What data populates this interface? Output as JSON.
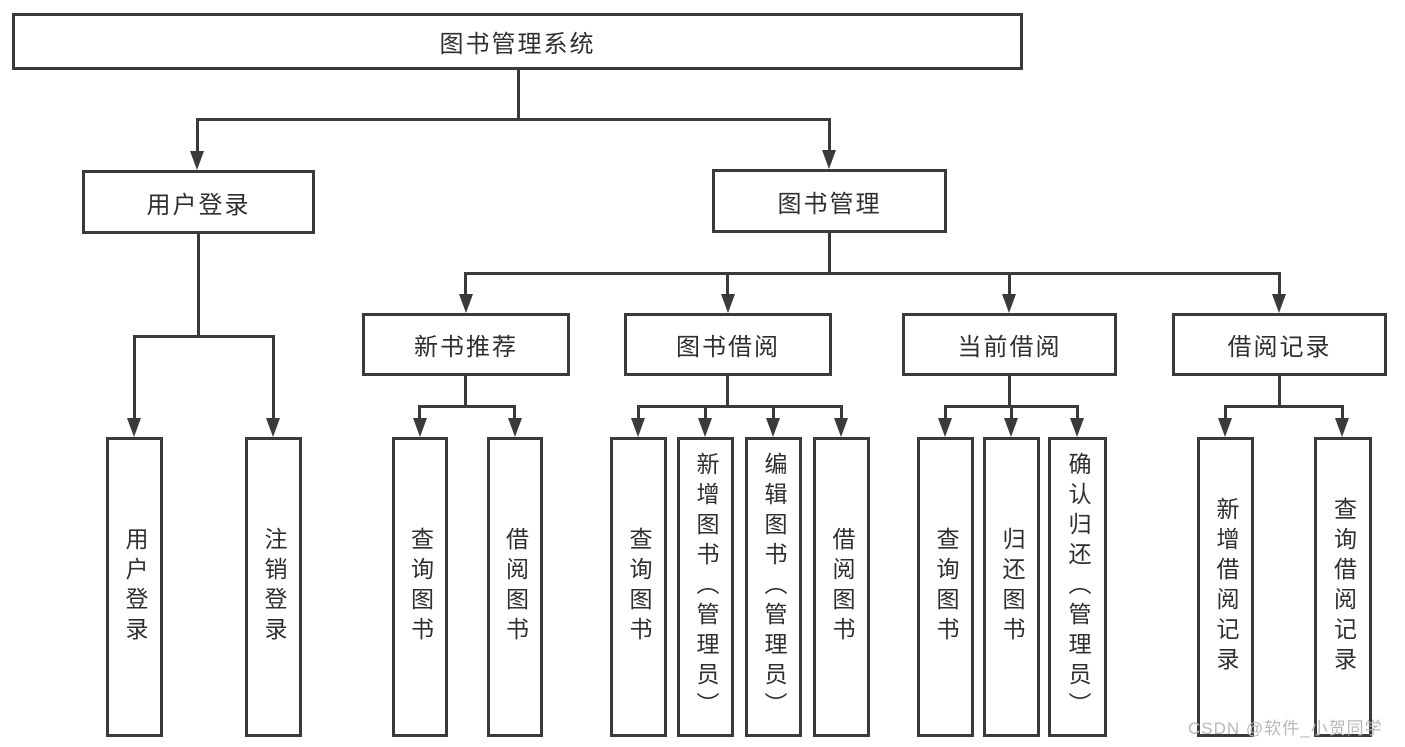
{
  "diagram": {
    "watermark": "CSDN @软件_小贺同学",
    "colors": {
      "line": "#3a3a3a",
      "text": "#2f2f2f",
      "watermark": "#b8b8b8",
      "background": "#ffffff"
    },
    "root": {
      "label": "图书管理系统",
      "children": [
        {
          "label": "用户登录",
          "children": [
            {
              "label": "用户登录"
            },
            {
              "label": "注销登录"
            }
          ]
        },
        {
          "label": "图书管理",
          "children": [
            {
              "label": "新书推荐",
              "children": [
                {
                  "label": "查询图书"
                },
                {
                  "label": "借阅图书"
                }
              ]
            },
            {
              "label": "图书借阅",
              "children": [
                {
                  "label": "查询图书"
                },
                {
                  "label": "新增图书（管理员）"
                },
                {
                  "label": "编辑图书（管理员）"
                },
                {
                  "label": "借阅图书"
                }
              ]
            },
            {
              "label": "当前借阅",
              "children": [
                {
                  "label": "查询图书"
                },
                {
                  "label": "归还图书"
                },
                {
                  "label": "确认归还（管理员）"
                }
              ]
            },
            {
              "label": "借阅记录",
              "children": [
                {
                  "label": "新增借阅记录"
                },
                {
                  "label": "查询借阅记录"
                }
              ]
            }
          ]
        }
      ]
    }
  }
}
